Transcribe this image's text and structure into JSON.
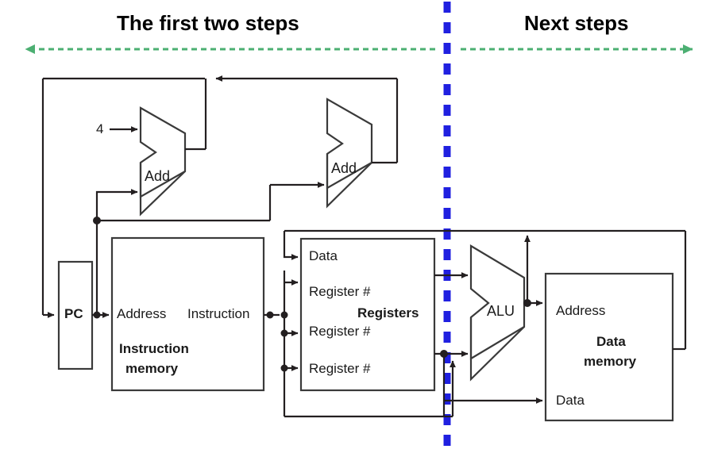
{
  "diagram": {
    "title_left": "The first two steps",
    "title_right": "Next steps",
    "divider_color": "#2020e0",
    "arrow_color": "#4caf72",
    "wire_color": "#231f20",
    "blocks": {
      "pc": "PC",
      "imem_address": "Address",
      "imem_instruction": "Instruction",
      "imem_name_line1": "Instruction",
      "imem_name_line2": "memory",
      "regs_data": "Data",
      "regs_reg1": "Register #",
      "regs_reg2": "Register #",
      "regs_reg3": "Register #",
      "regs_name": "Registers",
      "alu": "ALU",
      "add_left": "Add",
      "add_right": "Add",
      "const_four": "4",
      "dmem_address": "Address",
      "dmem_data": "Data",
      "dmem_name_line1": "Data",
      "dmem_name_line2": "memory"
    }
  }
}
